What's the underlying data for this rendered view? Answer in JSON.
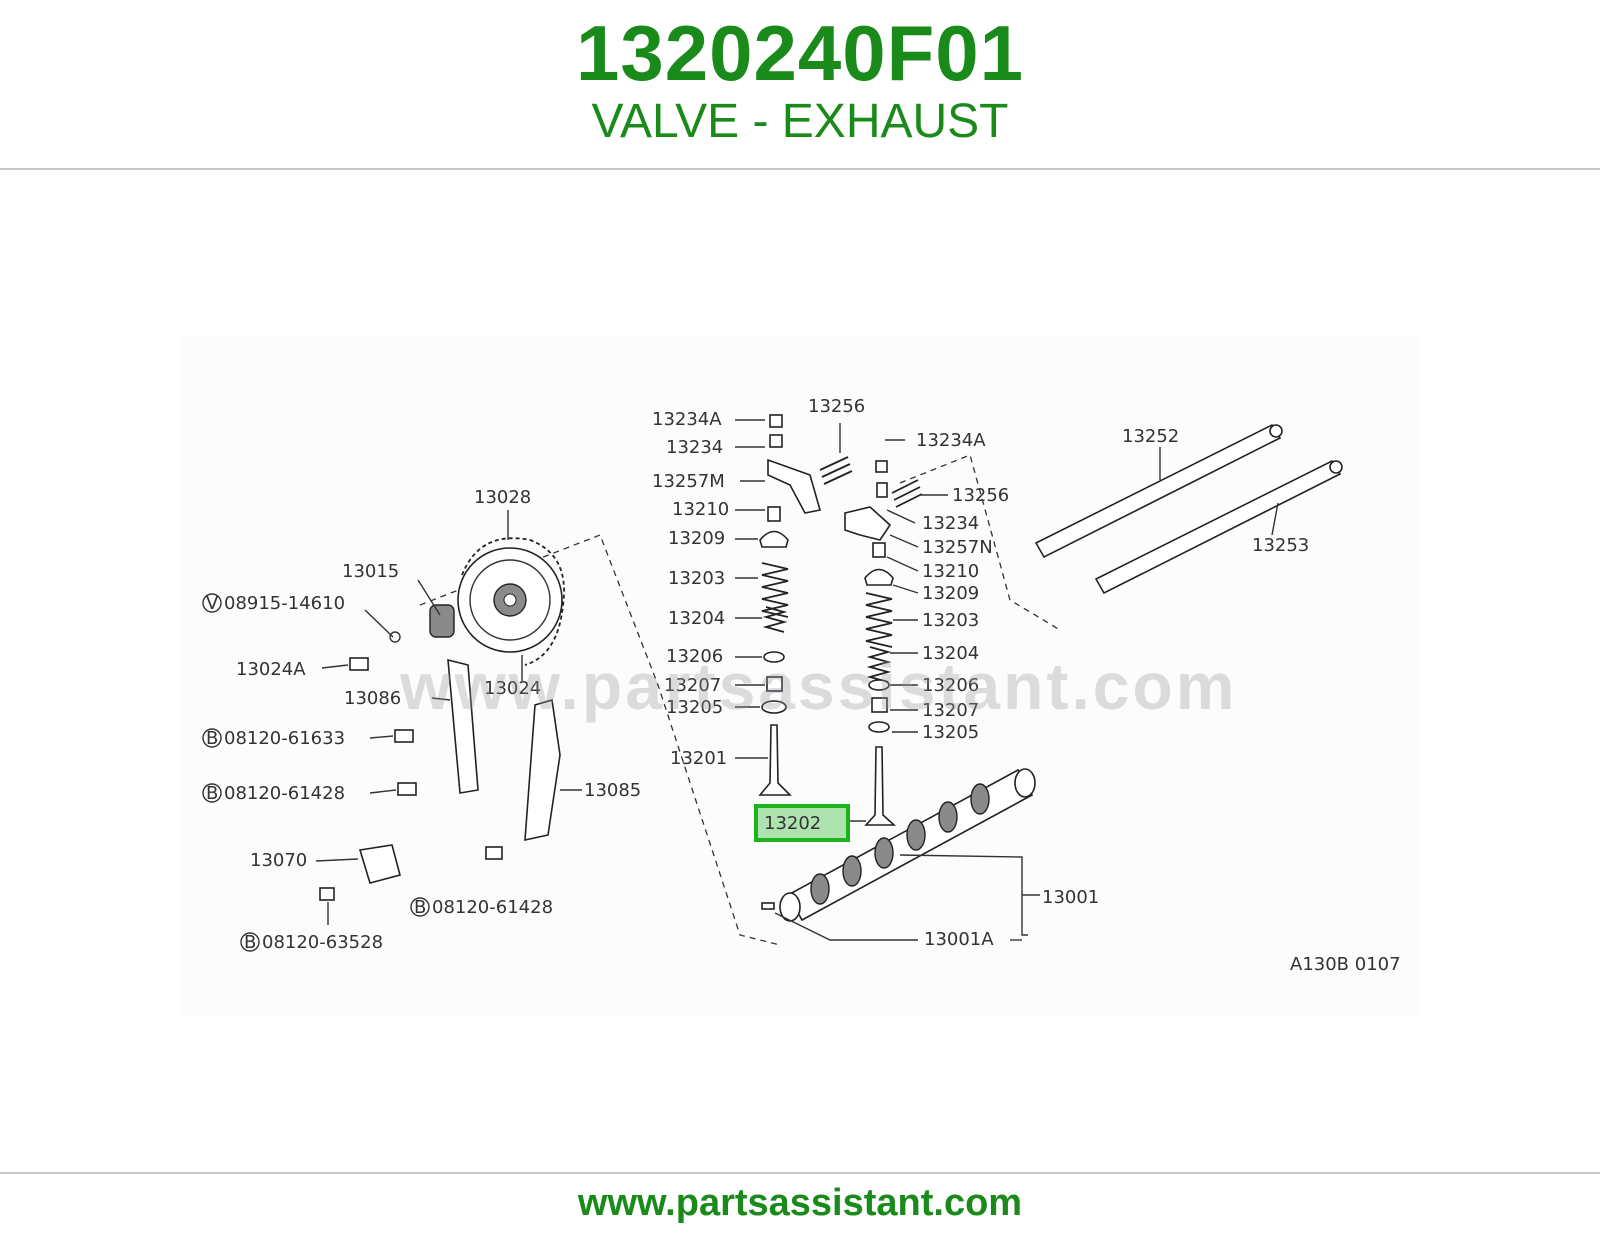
{
  "header": {
    "part_number": "1320240F01",
    "part_name": "VALVE - EXHAUST"
  },
  "diagram": {
    "watermark": "www.partsassistant.com",
    "figure_code": "A130B 0107",
    "highlighted_part": "13202",
    "highlight_color": "#1db31d",
    "labels": {
      "p13234A_l": "13234A",
      "p13234_l": "13234",
      "p13257M": "13257M",
      "p13210_l": "13210",
      "p13209_l": "13209",
      "p13203_l": "13203",
      "p13204_l": "13204",
      "p13206_l": "13206",
      "p13207_l": "13207",
      "p13205_l": "13205",
      "p13201": "13201",
      "p13202": "13202",
      "p13256_t": "13256",
      "p13234A_r": "13234A",
      "p13256_r": "13256",
      "p13234_r": "13234",
      "p13257N": "13257N",
      "p13210_r": "13210",
      "p13209_r": "13209",
      "p13203_r": "13203",
      "p13204_r": "13204",
      "p13206_r": "13206",
      "p13207_r": "13207",
      "p13205_r": "13205",
      "p13252": "13252",
      "p13253": "13253",
      "p13001": "13001",
      "p13001A": "13001A",
      "p13028": "13028",
      "p13015": "13015",
      "p08915": "08915-14610",
      "p13024A": "13024A",
      "p13086": "13086",
      "p13024": "13024",
      "p08120a": "08120-61633",
      "p08120b": "08120-61428",
      "p13085": "13085",
      "p13070": "13070",
      "p08120c": "08120-61428",
      "p08120d": "08120-63528"
    },
    "prefix_marks": {
      "v": "V",
      "b": "B"
    }
  },
  "footer": {
    "url": "www.partsassistant.com"
  }
}
